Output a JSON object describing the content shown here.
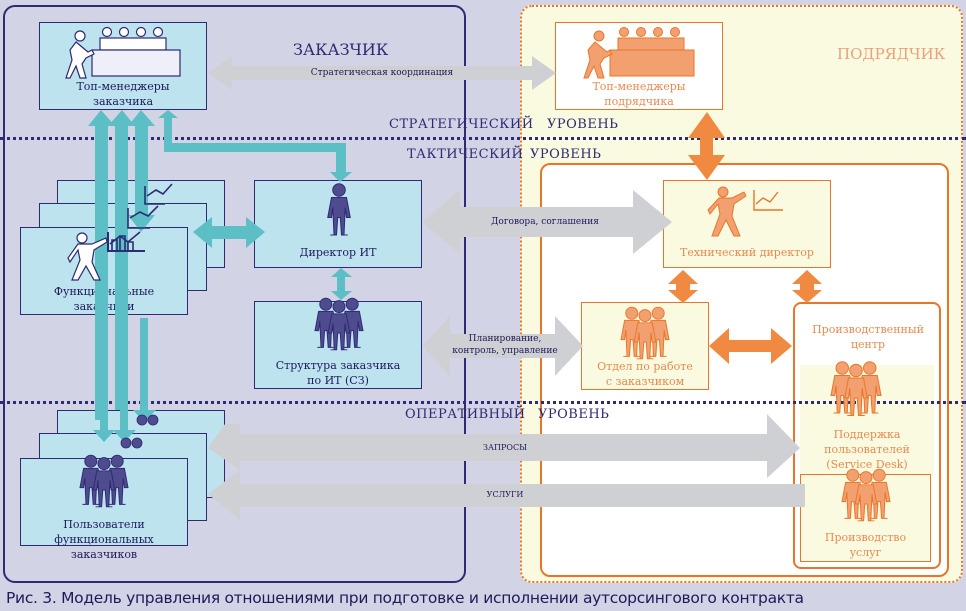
{
  "diagram": {
    "customer_title": "ЗАКАЗЧИК",
    "contractor_title": "ПОДРЯДЧИК",
    "levels": {
      "strategic_left": "СТРАТЕГИЧЕСКИЙ",
      "strategic_right": "УРОВЕНЬ",
      "tactical_left": "ТАКТИЧЕСКИЙ",
      "tactical_right": "УРОВЕНЬ",
      "operational_left": "ОПЕРАТИВНЫЙ",
      "operational_right": "УРОВЕНЬ"
    },
    "customer_nodes": {
      "top_managers": [
        "Топ-менеджеры",
        "заказчика"
      ],
      "functional_customers": [
        "Функциональные",
        "заказчики"
      ],
      "it_director": "Директор ИТ",
      "it_structure": [
        "Структура заказчика",
        "по ИТ (СЗ)"
      ],
      "users": [
        "Пользователи",
        "функциональных заказчиков"
      ]
    },
    "contractor_nodes": {
      "top_managers": [
        "Топ-менеджеры",
        "подрядчика"
      ],
      "tech_director": "Технический директор",
      "client_department": [
        "Отдел по работе",
        "с заказчиком"
      ],
      "production_center": [
        "Производственный",
        "центр"
      ],
      "service_desk": [
        "Поддержка",
        "пользователей",
        "(Service Desk)"
      ],
      "service_production": [
        "Производство",
        "услуг"
      ]
    },
    "links": {
      "strategic": "Стратегическая координация",
      "contracts": "Договора, соглашения",
      "planning": [
        "Планирование,",
        "контроль, управление"
      ],
      "requests": "ЗАПРОСЫ",
      "services": "УСЛУГИ"
    },
    "colors": {
      "customer_bg": "#d2d3e5",
      "customer_box": "#bde3ef",
      "customer_ink": "#2e2a73",
      "teal_arrow": "#5bbfc5",
      "gray_arrow": "#cfd0d4",
      "contractor_bg": "#fafae0",
      "contractor_accent": "#e8762a",
      "contractor_fill": "#f2a070"
    },
    "caption": "Рис. 3. Модель управления отношениями при подготовке и исполнении аутсорсингового контракта"
  }
}
